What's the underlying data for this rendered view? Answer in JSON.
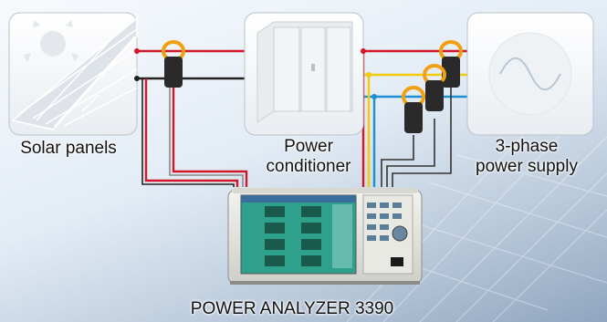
{
  "labels": {
    "solar_line1": "Solar panels",
    "pc_line1": "Power",
    "pc_line2": "conditioner",
    "ps_line1": "3-phase",
    "ps_line2": "power supply",
    "analyzer": "POWER ANALYZER 3390"
  },
  "colors": {
    "red_wire": "#d0182a",
    "black_wire": "#222222",
    "yellow_wire": "#f2cc0c",
    "blue_wire": "#1e8fd6",
    "clamp": "#f0a010",
    "screen": "#2fa08c"
  },
  "icons": [
    "sun-icon",
    "solar-panel-icon",
    "inverter-cabinet-icon",
    "sine-wave-icon",
    "current-clamp-icon",
    "power-analyzer-device"
  ]
}
